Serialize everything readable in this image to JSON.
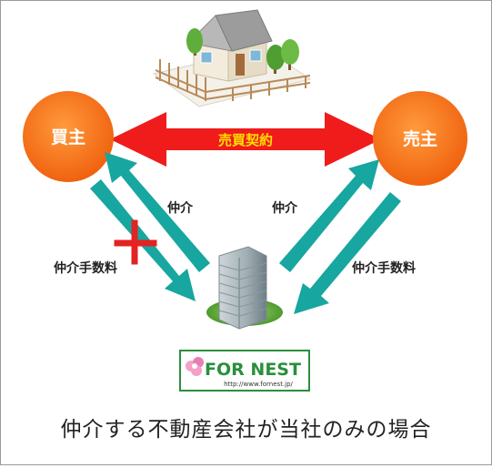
{
  "buyer": "買主",
  "seller": "売主",
  "contract": "売買契約",
  "left_up": "仲介",
  "right_up": "仲介",
  "left_fee": "仲介手数料",
  "right_fee": "仲介手数料",
  "logo": {
    "brand": "FOR NEST",
    "url": "http://www.fornest.jp/"
  },
  "caption": "仲介する不動産会社が当社のみの場合",
  "colors": {
    "circle": "#f36f1c",
    "contract_arrow": "#f01b1b",
    "teal_arrow": "#17a6a0",
    "cross": "#e32222",
    "logo_green": "#2a8f3c"
  },
  "icons": [
    "house-illustration",
    "office-building-illustration",
    "flower-logo-icon",
    "cross-mark"
  ]
}
